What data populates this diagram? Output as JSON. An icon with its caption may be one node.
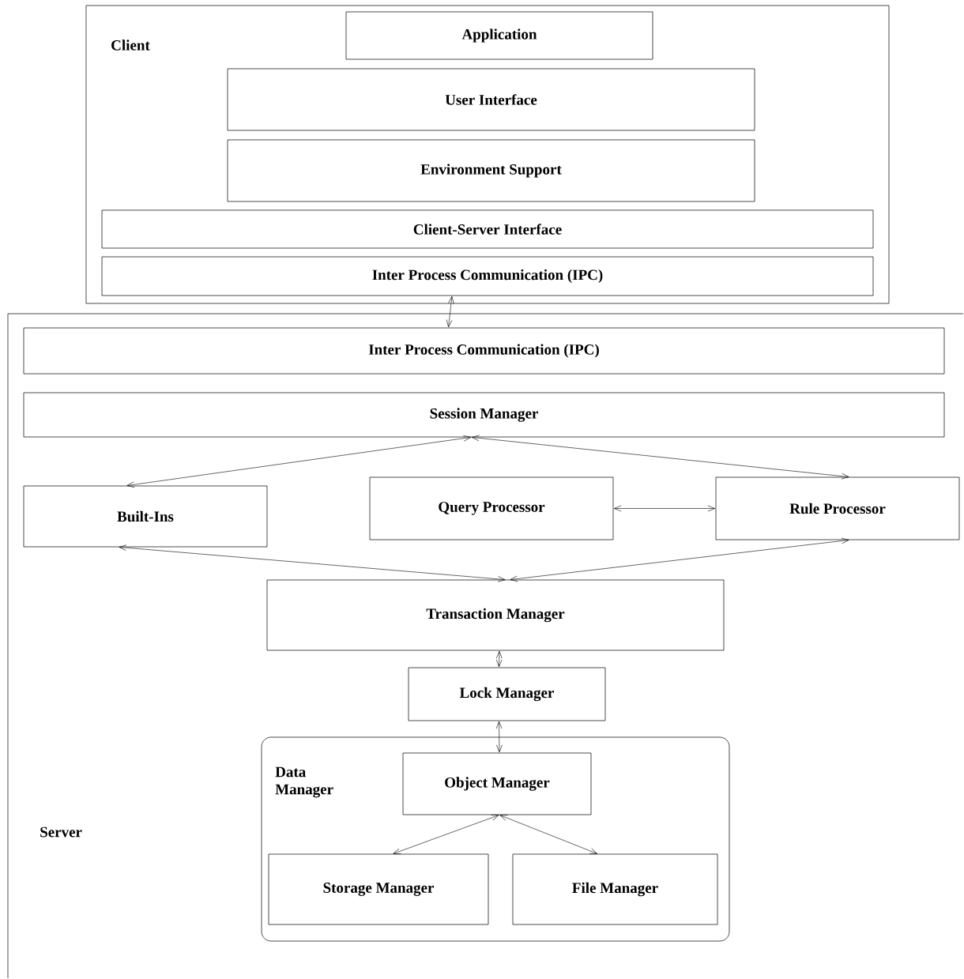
{
  "diagram": {
    "nodes": [
      {
        "text": [
          "Client"
        ]
      },
      {
        "text": [
          "Application"
        ],
        "in": 0
      },
      {
        "text": [
          "User Interface"
        ],
        "in": 0
      },
      {
        "text": [
          "Environment Support"
        ],
        "in": 0
      },
      {
        "text": [
          "Client-Server Interface"
        ],
        "in": 0
      },
      {
        "text": [
          "Inter Process Communication (IPC)"
        ],
        "in": 0
      },
      {
        "text": [
          "Server"
        ]
      },
      {
        "text": [
          "Inter Process Communication (IPC)"
        ],
        "in": 6
      },
      {
        "text": [
          "Session Manager"
        ],
        "in": 6
      },
      {
        "text": [
          "Built-Ins"
        ],
        "in": 6
      },
      {
        "text": [
          "Query Processor"
        ],
        "in": 6
      },
      {
        "text": [
          "Rule Processor"
        ],
        "in": 6
      },
      {
        "text": [
          "Transaction Manager"
        ],
        "in": 6
      },
      {
        "text": [
          "Lock Manager"
        ],
        "in": 6
      },
      {
        "text": [
          "Data Manager"
        ],
        "in": 6
      },
      {
        "text": [
          "Object Manager"
        ],
        "in": 14
      },
      {
        "text": [
          "Storage Manager"
        ],
        "in": 14
      },
      {
        "text": [
          "File Manager"
        ],
        "in": 14
      }
    ],
    "edges": [
      {
        "from": 5,
        "to": 7,
        "arrow": "both"
      },
      {
        "from": 8,
        "to": 9,
        "arrow": "both"
      },
      {
        "from": 8,
        "to": 11,
        "arrow": "both"
      },
      {
        "from": 10,
        "to": 11,
        "arrow": "both"
      },
      {
        "from": 9,
        "to": 12,
        "arrow": "both"
      },
      {
        "from": 11,
        "to": 12,
        "arrow": "both"
      },
      {
        "from": 12,
        "to": 13,
        "arrow": "both"
      },
      {
        "from": 13,
        "to": 15,
        "arrow": "both"
      },
      {
        "from": 15,
        "to": 16,
        "arrow": "both"
      },
      {
        "from": 15,
        "to": 17,
        "arrow": "both"
      }
    ]
  }
}
